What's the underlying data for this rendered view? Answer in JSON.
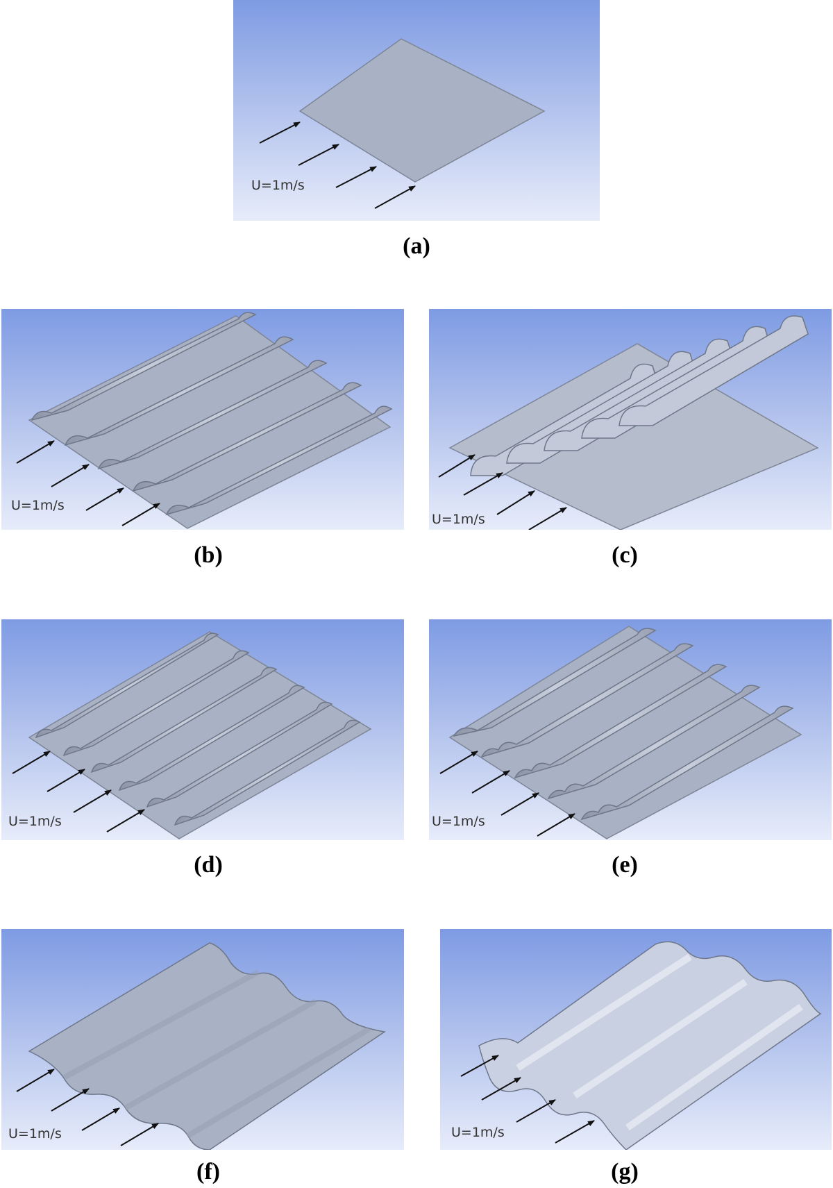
{
  "figure": {
    "panels": [
      {
        "id": "a",
        "caption": "(a)",
        "velocity_label": "U=1m/s",
        "surface": "flat"
      },
      {
        "id": "b",
        "caption": "(b)",
        "velocity_label": "U=1m/s",
        "surface": "corrugated-ridged"
      },
      {
        "id": "c",
        "caption": "(c)",
        "velocity_label": "U=1m/s",
        "surface": "corrugated-cylindrical"
      },
      {
        "id": "d",
        "caption": "(d)",
        "velocity_label": "U=1m/s",
        "surface": "corrugated-ridged-fine"
      },
      {
        "id": "e",
        "caption": "(e)",
        "velocity_label": "U=1m/s",
        "surface": "corrugated-double-ridged"
      },
      {
        "id": "f",
        "caption": "(f)",
        "velocity_label": "U=1m/s",
        "surface": "sinusoidal-wavy"
      },
      {
        "id": "g",
        "caption": "(g)",
        "velocity_label": "U=1m/s",
        "surface": "sinusoidal-wavy-bright"
      }
    ],
    "colors": {
      "background_top": "#7e9be3",
      "background_bottom": "#e7ecfa",
      "surface": "#a9b1c4",
      "arrow": "#111111"
    }
  }
}
